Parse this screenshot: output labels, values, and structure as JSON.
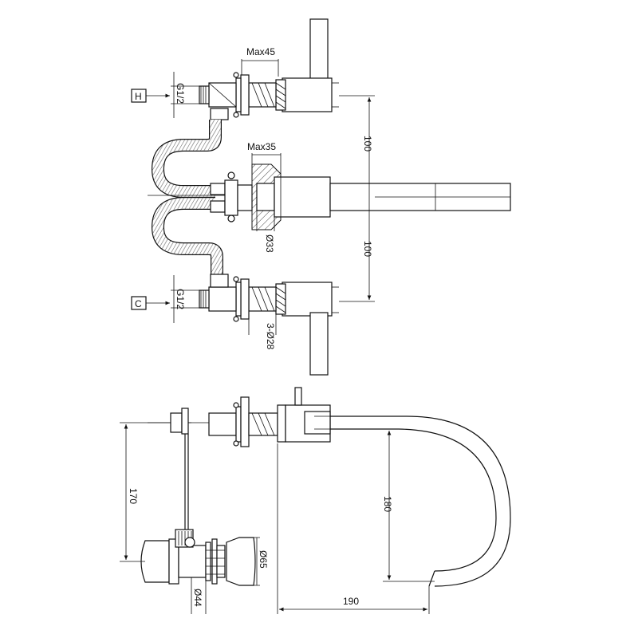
{
  "labels": {
    "hot": "H",
    "cold": "C",
    "thread_hot": "G1/2",
    "thread_cold": "G1/2",
    "max45": "Max45",
    "max35": "Max35",
    "dim_100_upper": "100",
    "dim_100_lower": "100",
    "dia33": "Ø33",
    "holes": "3-Ø28",
    "dim_170": "170",
    "dim_180": "180",
    "dim_190": "190",
    "dia65": "Ø65",
    "dia44": "Ø44"
  }
}
